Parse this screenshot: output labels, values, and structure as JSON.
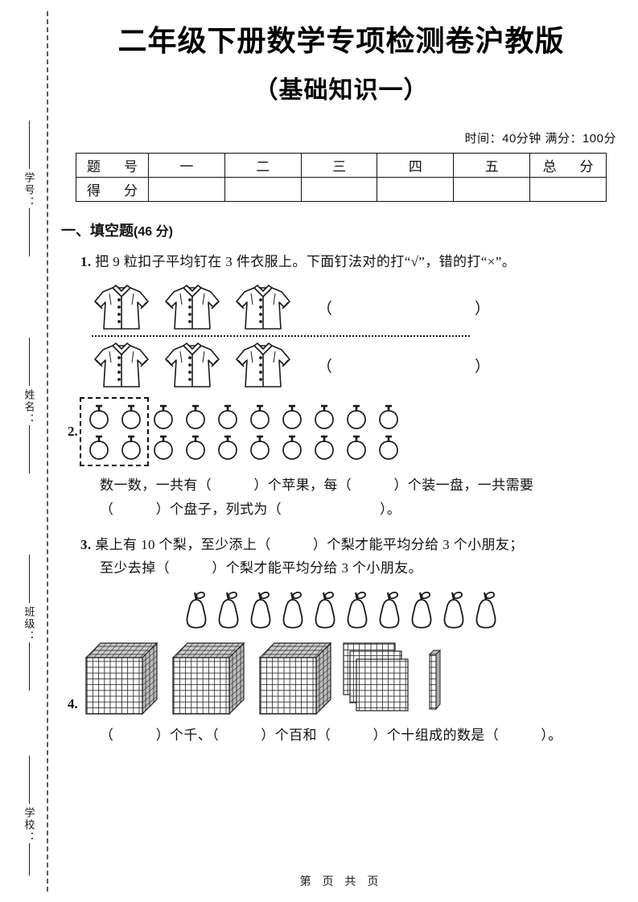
{
  "margin": {
    "labels": [
      "学号：",
      "姓名：",
      "班级：",
      "学校："
    ]
  },
  "header": {
    "title": "二年级下册数学专项检测卷沪教版",
    "subtitle": "（基础知识一）",
    "meta": "时间：40分钟 满分：100分"
  },
  "score_table": {
    "row_labels": [
      "题　号",
      "得　分"
    ],
    "columns": [
      "一",
      "二",
      "三",
      "四",
      "五",
      "总　分"
    ],
    "values": [
      "",
      "",
      "",
      "",
      "",
      ""
    ]
  },
  "section": {
    "heading": "一、填空题",
    "points": "(46 分)"
  },
  "questions": [
    {
      "num": "1.",
      "text": "把 9 粒扣子平均钉在 3 件衣服上。下面钉法对的打“√”，错的打“×”。",
      "illustration": "shirts",
      "rows": [
        {
          "shirts": 3,
          "buttons_per_shirt": [
            4,
            4,
            4
          ],
          "blank": "（　　　）"
        },
        {
          "shirts": 3,
          "buttons_per_shirt": [
            4,
            4,
            4
          ],
          "blank": "（　　　）"
        }
      ]
    },
    {
      "num": "2.",
      "illustration": "apples",
      "apple_rows": 2,
      "apple_cols": 10,
      "apple_total": 20,
      "group_box_cols": 2,
      "text_line1": "数一数，一共有（　　　）个苹果，每（　　　）个装一盘，一共需要",
      "text_line2": "（　　　）个盘子，列式为（　　　　　　　）。"
    },
    {
      "num": "3.",
      "text_line1": "桌上有 10 个梨，至少添上（　　　）个梨才能平均分给 3 个小朋友；",
      "text_line2": "至少去掉（　　　）个梨才能平均分给 3 个小朋友。",
      "illustration": "pears",
      "pear_count": 10
    },
    {
      "num": "4.",
      "illustration": "base-ten-blocks",
      "thousand_cubes": 3,
      "hundred_flats": 3,
      "ten_rods": 1,
      "text": "（　　　）个千、（　　　）个百和（　　　）个十组成的数是（　　　）。"
    }
  ],
  "footer": {
    "text": "第 页 共 页"
  },
  "colors": {
    "ink": "#111111",
    "paper": "#ffffff",
    "dash": "#5b5b5b"
  }
}
